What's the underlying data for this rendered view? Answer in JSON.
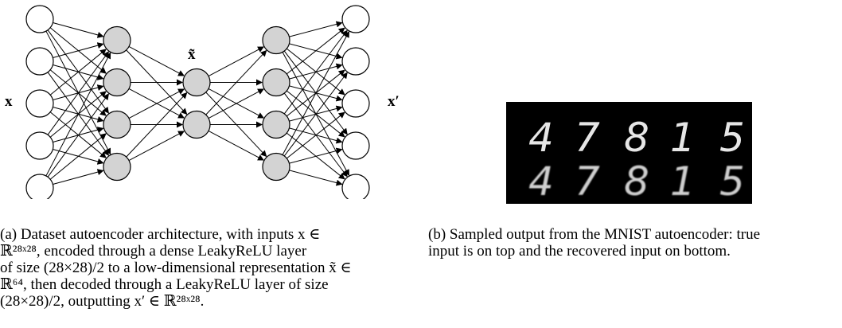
{
  "left_figure": {
    "input_label": "x",
    "latent_label": "x̃",
    "output_label": "x′",
    "layers": [
      {
        "role": "input",
        "count": 5,
        "fill": "#ffffff"
      },
      {
        "role": "encoder",
        "count": 4,
        "fill": "#d3d3d3"
      },
      {
        "role": "latent",
        "count": 2,
        "fill": "#d3d3d3"
      },
      {
        "role": "decoder",
        "count": 4,
        "fill": "#d3d3d3"
      },
      {
        "role": "output",
        "count": 5,
        "fill": "#ffffff"
      }
    ],
    "caption": {
      "line1": "(a) Dataset autoencoder architecture, with inputs x ∈",
      "line2": "ℝ²⁸ˣ²⁸, encoded through a dense LeakyReLU layer",
      "line3": "of size (28×28)/2 to a low-dimensional representation x̃ ∈",
      "line4": "ℝ⁶⁴, then decoded through a LeakyReLU layer of size",
      "line5": "(28×28)/2, outputting x′ ∈ ℝ²⁸ˣ²⁸."
    }
  },
  "right_figure": {
    "digits_top": [
      "4",
      "7",
      "8",
      "1",
      "5"
    ],
    "digits_bottom": [
      "4",
      "7",
      "8",
      "1",
      "5"
    ],
    "caption": {
      "line1": "(b) Sampled output from the MNIST autoencoder: true",
      "line2": "input is on top and the recovered input on bottom."
    }
  }
}
